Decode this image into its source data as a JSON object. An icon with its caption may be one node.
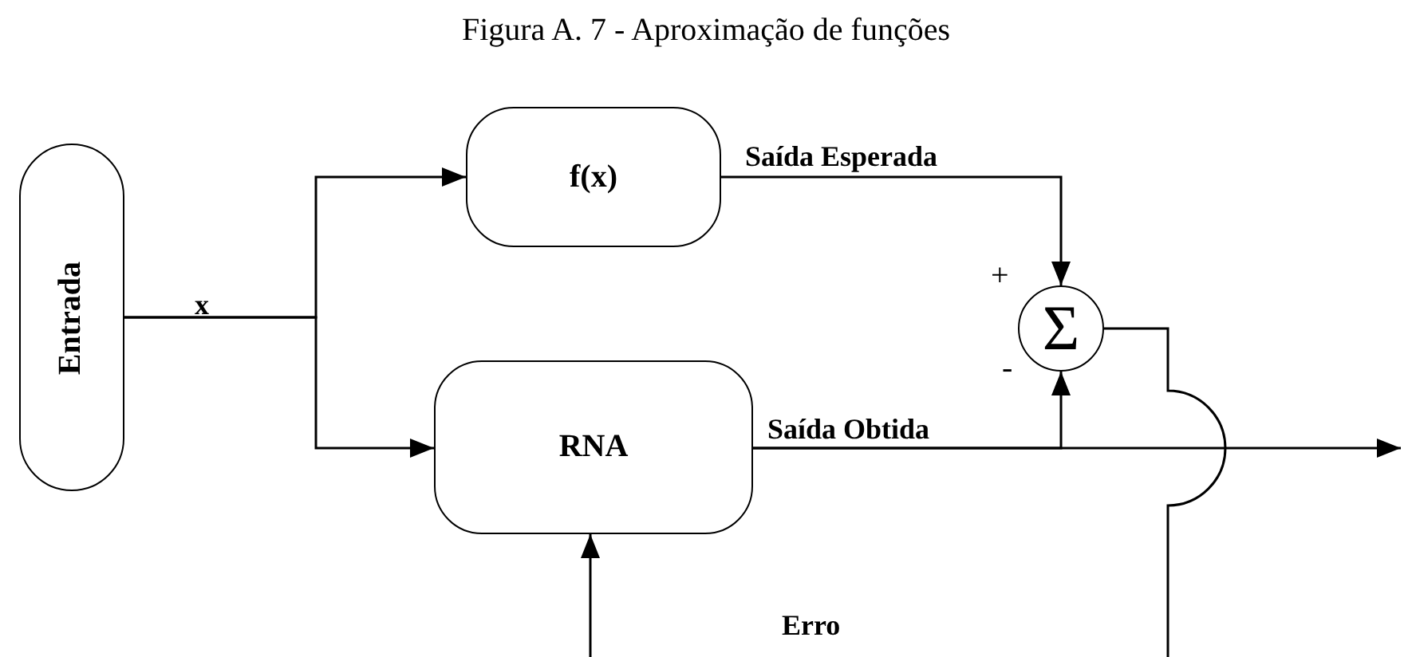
{
  "diagram": {
    "title": "Figura A. 7 - Aproximação de funções",
    "nodes": [
      {
        "text": [
          "Entrada"
        ]
      },
      {
        "text": [
          "f(x)"
        ]
      },
      {
        "text": [
          "RNA"
        ]
      },
      {
        "text": [
          "Σ"
        ]
      }
    ],
    "edges": [
      {
        "from": 0,
        "to": 1,
        "arrow": "to",
        "label": "x"
      },
      {
        "from": 0,
        "to": 2,
        "arrow": "to"
      },
      {
        "from": 1,
        "to": 3,
        "arrow": "to",
        "label": "Saída Esperada"
      },
      {
        "from": 2,
        "to": 3,
        "arrow": "to",
        "label": "Saída Obtida"
      },
      {
        "from": 2,
        "to": null,
        "arrow": "to"
      },
      {
        "from": 3,
        "to": 2,
        "arrow": "to",
        "label": "Erro"
      }
    ],
    "labels": [
      "+",
      "-"
    ]
  }
}
